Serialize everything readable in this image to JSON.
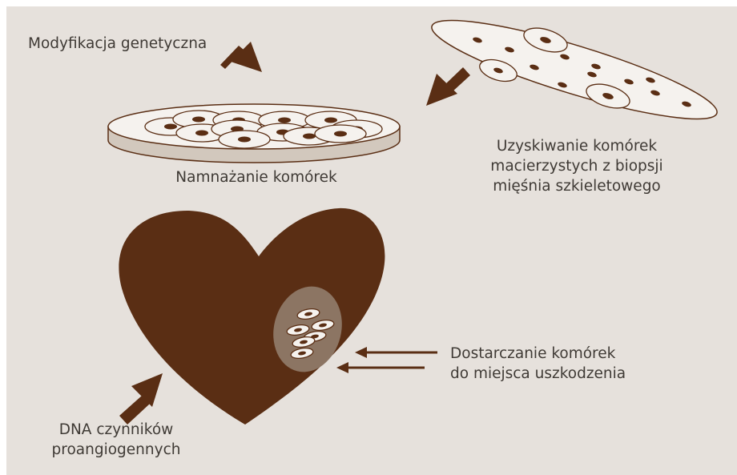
{
  "labels": {
    "genetic_modification": "Modyfikacja genetyczna",
    "cell_multiplication": "Namnażanie komórek",
    "stem_cells": [
      "Uzyskiwanie komórek",
      "macierzystych z biopsji",
      "mięśnia szkieletowego"
    ],
    "delivery": [
      "Dostarczanie komórek",
      "do miejsca uszkodzenia"
    ],
    "dna_factors": [
      "DNA czynników",
      "proangiogennych"
    ]
  },
  "colors": {
    "background": "#e6e1dc",
    "brown": "#5a2e14",
    "dish_rim": "#d2c8bd",
    "cell_fill": "#f5f2ee",
    "nucleus": "#5a2e14",
    "injection_patch": "#8c7563",
    "text": "#3f3a35"
  },
  "icons": [
    "arrow-icon",
    "petri-dish-icon",
    "muscle-biopsy-icon",
    "heart-icon",
    "cell-icon"
  ]
}
